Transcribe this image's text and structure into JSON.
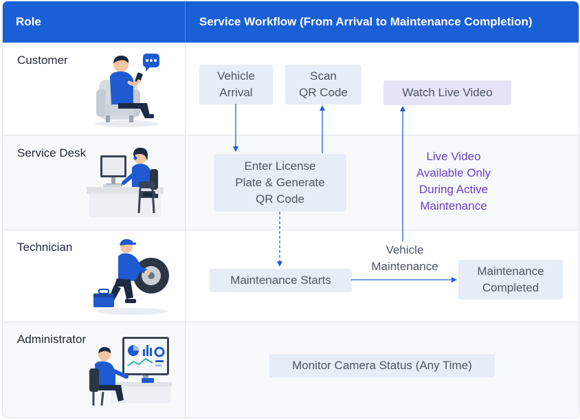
{
  "header": {
    "role_label": "Role",
    "workflow_label": "Service Workflow (From Arrival to Maintenance Completion)"
  },
  "roles": [
    {
      "label": "Customer",
      "icon": "customer-on-phone-illustration"
    },
    {
      "label": "Service Desk",
      "icon": "service-desk-agent-illustration"
    },
    {
      "label": "Technician",
      "icon": "technician-with-tire-illustration"
    },
    {
      "label": "Administrator",
      "icon": "administrator-at-monitor-illustration"
    }
  ],
  "steps": {
    "vehicle_arrival": "Vehicle\nArrival",
    "scan_qr": "Scan\nQR Code",
    "watch_live": "Watch Live Video",
    "enter_plate": "Enter License\nPlate & Generate\nQR Code",
    "maintenance_starts": "Maintenance Starts",
    "maintenance_completed": "Maintenance\nCompleted",
    "monitor_camera": "Monitor Camera Status (Any Time)"
  },
  "notes": {
    "live_video": "Live Video\nAvailable Only\nDuring Active\nMaintenance",
    "vehicle_maintenance": "Vehicle\nMaintenance"
  },
  "colors": {
    "header_bg": "#1a5fd6",
    "step_box": "#e7edf6",
    "highlight_box": "#e7e3f7",
    "arrow": "#1a5fd6",
    "note_purple": "#6a3fcf"
  }
}
